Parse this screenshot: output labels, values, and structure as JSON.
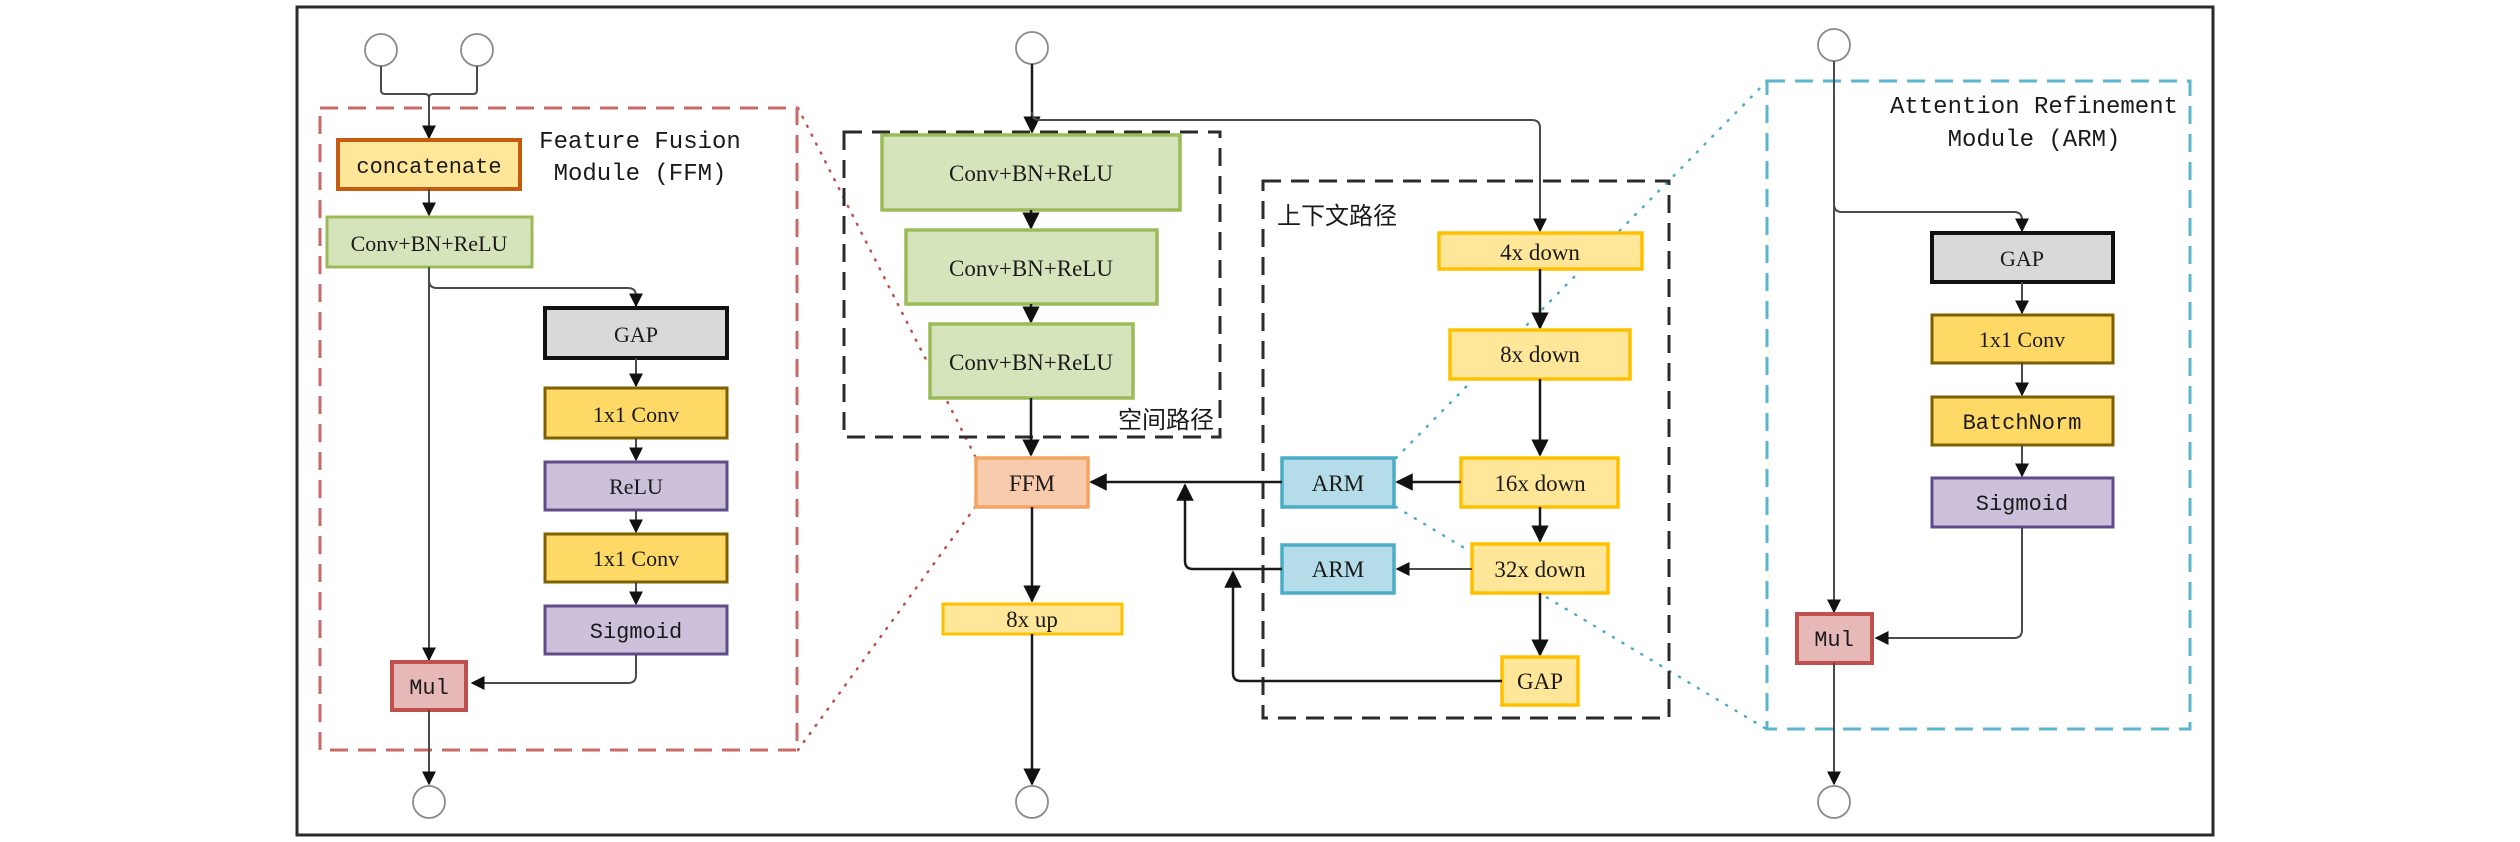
{
  "diagram": {
    "title": "BiSeNet architecture with Feature Fusion Module and Attention Refinement Module",
    "colors": {
      "ffm_border": "#c86a66",
      "arm_border": "#5bb5cc",
      "group_border": "#2b2b2b",
      "conv_bn_relu_fill": "#d6e4bc",
      "conv_bn_relu_border": "#9bbb59",
      "gap_gray_fill": "#d9d9d9",
      "gap_gray_border": "#111111",
      "conv1x1_fill": "#ffd966",
      "conv1x1_border": "#7f6000",
      "relu_sigmoid_fill": "#ccc0da",
      "relu_sigmoid_border": "#5f4b8b",
      "mul_fill": "#e6b8b7",
      "mul_border": "#c0504d",
      "concat_fill": "#ffe699",
      "concat_border": "#c55a11",
      "down_fill": "#ffe699",
      "down_border": "#ffc000",
      "ffm_node_fill": "#f8cbad",
      "ffm_node_border": "#f4a460",
      "arm_node_fill": "#b4dde9",
      "arm_node_border": "#4bacc6"
    },
    "ffm_module": {
      "title_line1": "Feature Fusion",
      "title_line2": "Module (FFM)",
      "concat": "concatenate",
      "conv": "Conv+BN+ReLU",
      "gap": "GAP",
      "conv1": "1x1 Conv",
      "relu": "ReLU",
      "conv2": "1x1 Conv",
      "sigmoid": "Sigmoid",
      "mul": "Mul"
    },
    "spatial_path": {
      "label": "空间路径",
      "blocks": [
        "Conv+BN+ReLU",
        "Conv+BN+ReLU",
        "Conv+BN+ReLU"
      ]
    },
    "main": {
      "ffm": "FFM",
      "up": "8x up"
    },
    "context_path": {
      "label": "上下文路径",
      "down4": "4x down",
      "down8": "8x down",
      "down16": "16x down",
      "down32": "32x down",
      "gap": "GAP",
      "arm1": "ARM",
      "arm2": "ARM"
    },
    "arm_module": {
      "title_line1": "Attention Refinement",
      "title_line2": "Module (ARM)",
      "gap": "GAP",
      "conv": "1x1 Conv",
      "bn": "BatchNorm",
      "sigmoid": "Sigmoid",
      "mul": "Mul"
    }
  }
}
